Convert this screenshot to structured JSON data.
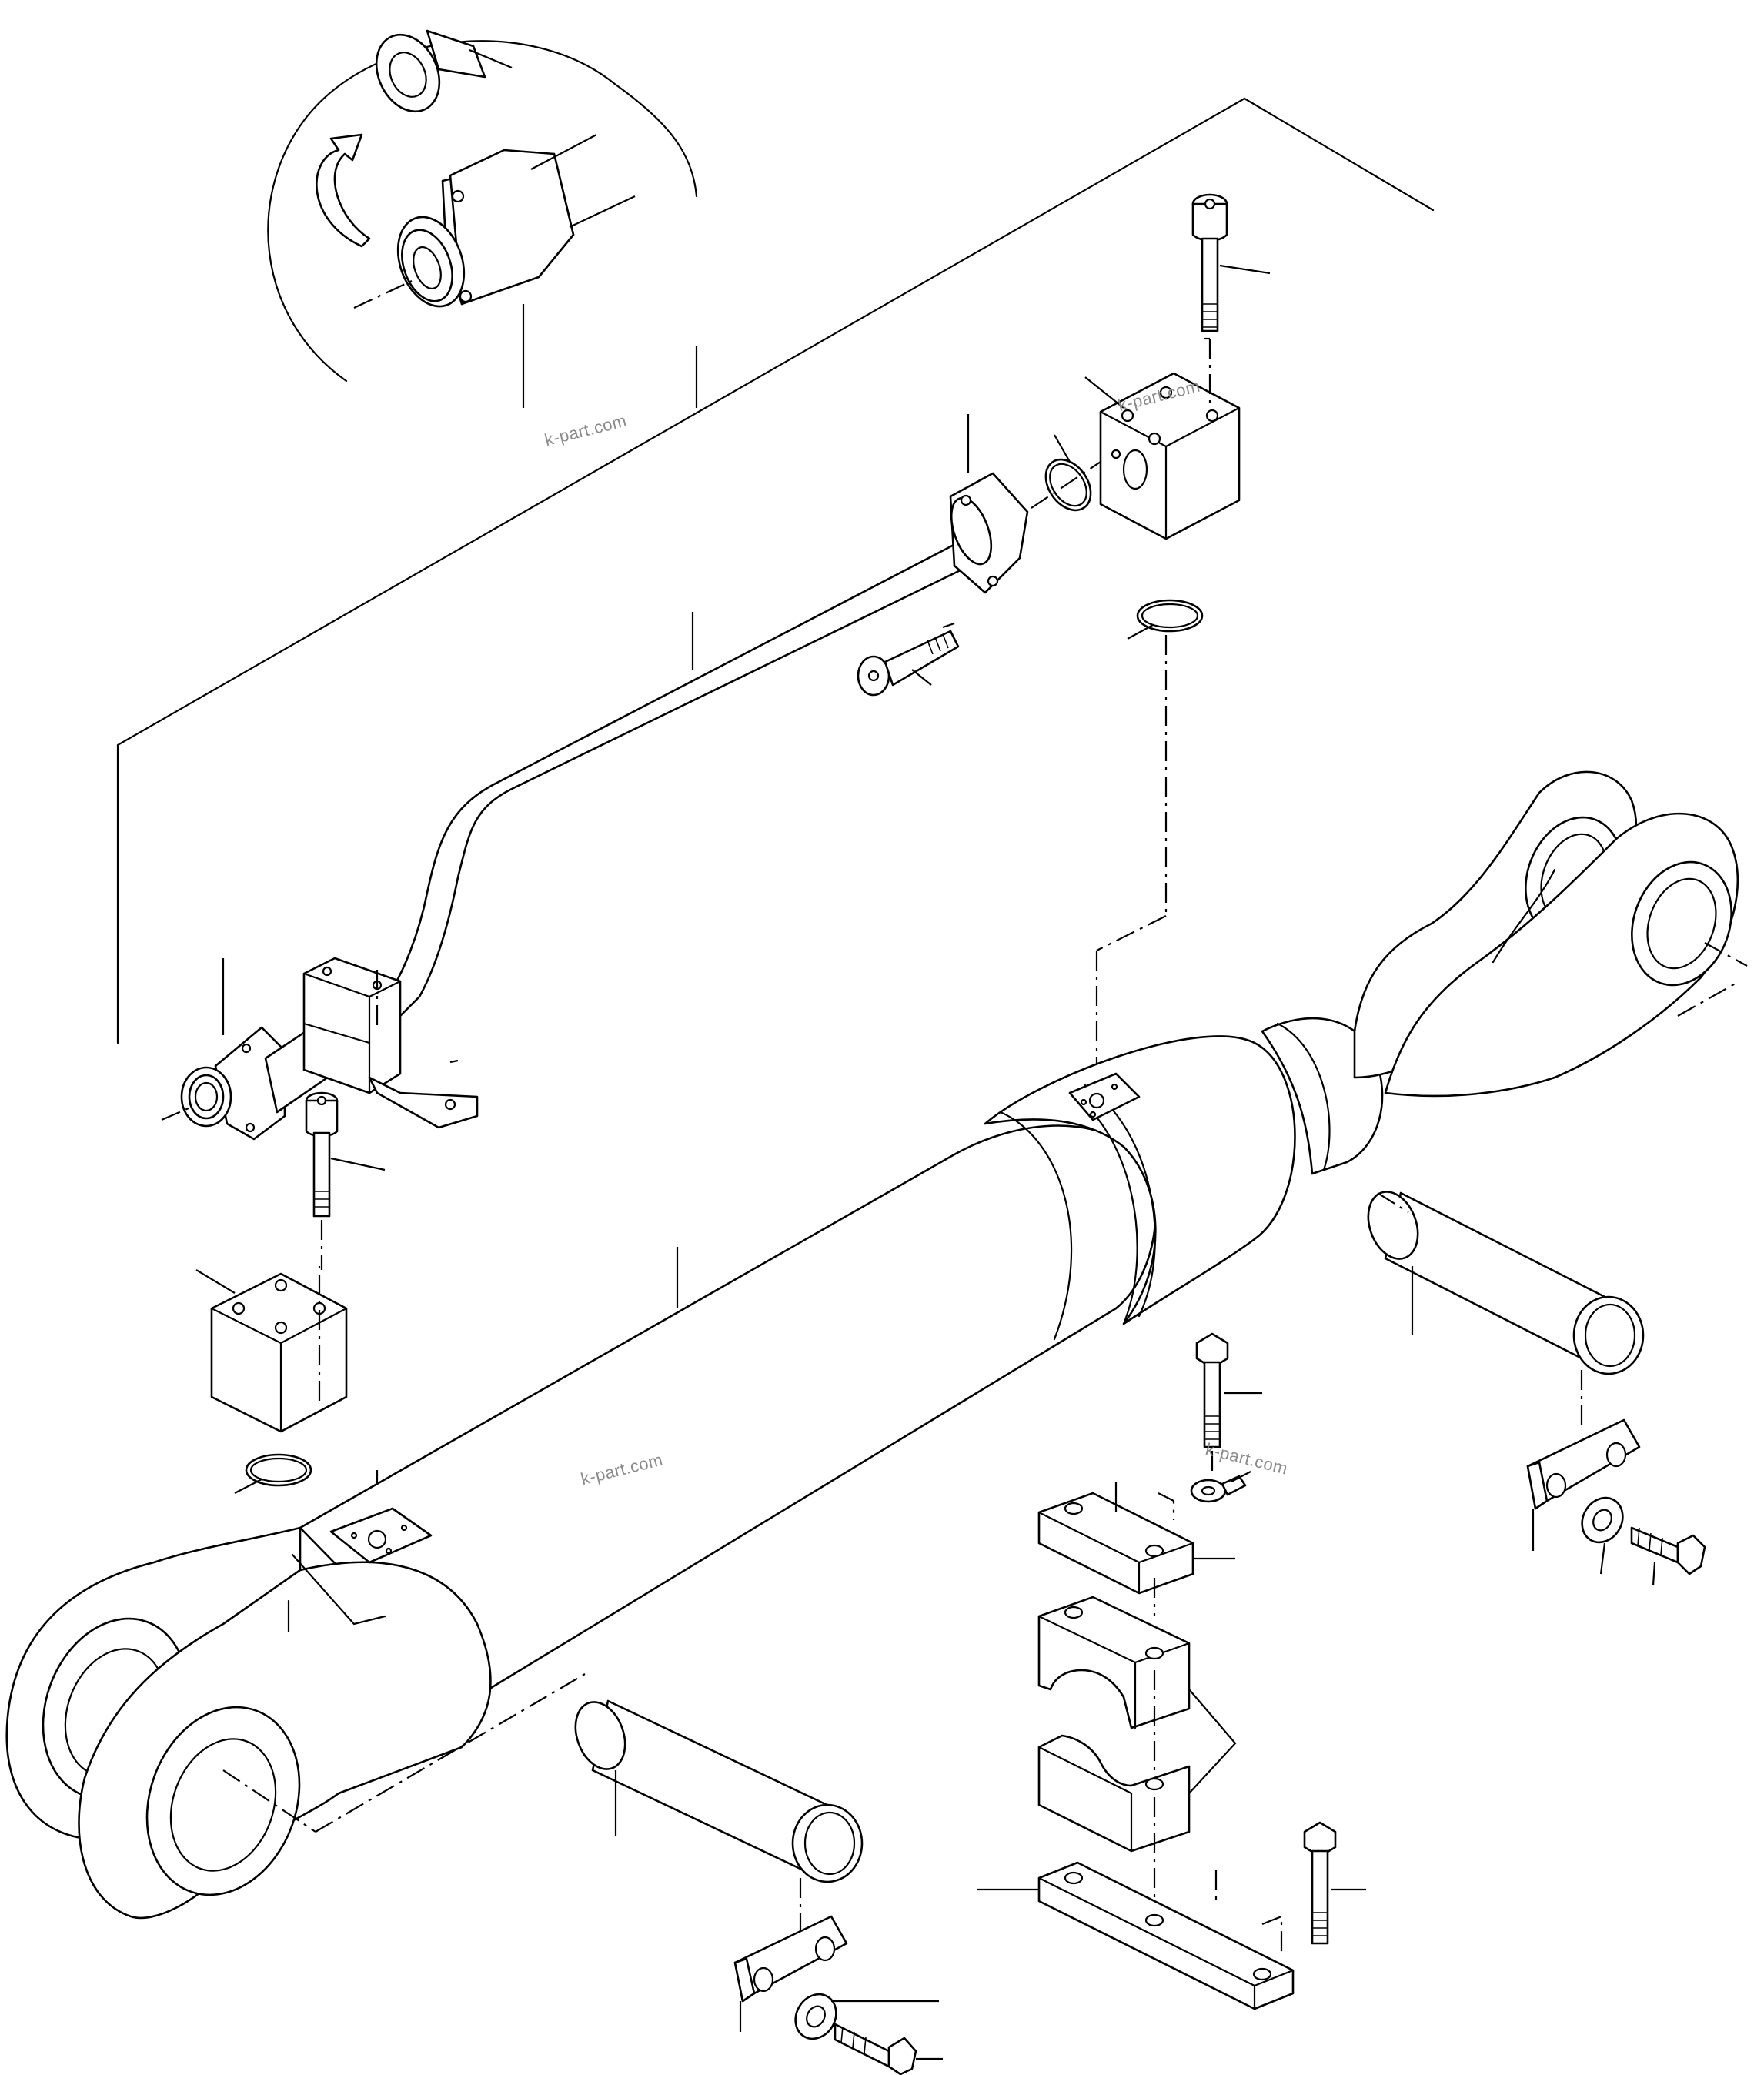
{
  "watermarks": [
    "k-part.com",
    "k-part.com",
    "k-part.com",
    "k-part.com"
  ],
  "parts": {
    "detail_inset": [
      "inset-flange-rotated",
      "inset-fitting"
    ],
    "hose_assembly": [
      "tube",
      "rear-flange",
      "front-flange",
      "clamp-block",
      "bracket"
    ],
    "mounting": [
      "valve-block-upper",
      "valve-block-lower",
      "o-ring-upper",
      "o-ring-mid",
      "o-ring-lower"
    ],
    "cylinder": [
      "cylinder-tube",
      "cylinder-head",
      "rod-end-clevis",
      "bottom-clevis"
    ],
    "pins": [
      "pin-rod-end",
      "pin-bottom"
    ],
    "locks": [
      "lock-plate-right",
      "lock-plate-left"
    ],
    "clamp": [
      "clamp-plate-top",
      "clamp-half-upper",
      "clamp-half-lower",
      "clamp-base-plate"
    ],
    "fasteners": [
      "socket-bolt-top",
      "socket-bolt-flange",
      "socket-bolt-block",
      "hex-bolt-clamp-top",
      "hex-bolt-clamp-right",
      "hex-bolt-lock-right",
      "hex-bolt-lock-left",
      "washer-lock-right",
      "washer-lock-left",
      "tab-washer"
    ]
  }
}
